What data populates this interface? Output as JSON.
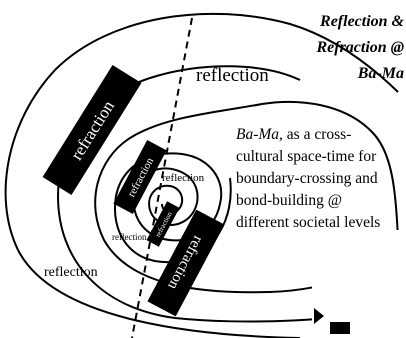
{
  "title": {
    "line1": "Reflection &",
    "line2": "Refraction @",
    "line3": "Ba-Ma"
  },
  "labels": {
    "reflection_top": "reflection",
    "reflection_left": "reflection",
    "reflection_inner_right": "reflection",
    "reflection_inner_left": "reflection",
    "refraction_box": "refraction"
  },
  "description": {
    "term": "Ba-Ma",
    "text": ", as a cross-cultural space-time for boundary-crossing and bond-building @ different societal levels"
  },
  "colors": {
    "ink": "#000000",
    "paper": "#ffffff"
  }
}
